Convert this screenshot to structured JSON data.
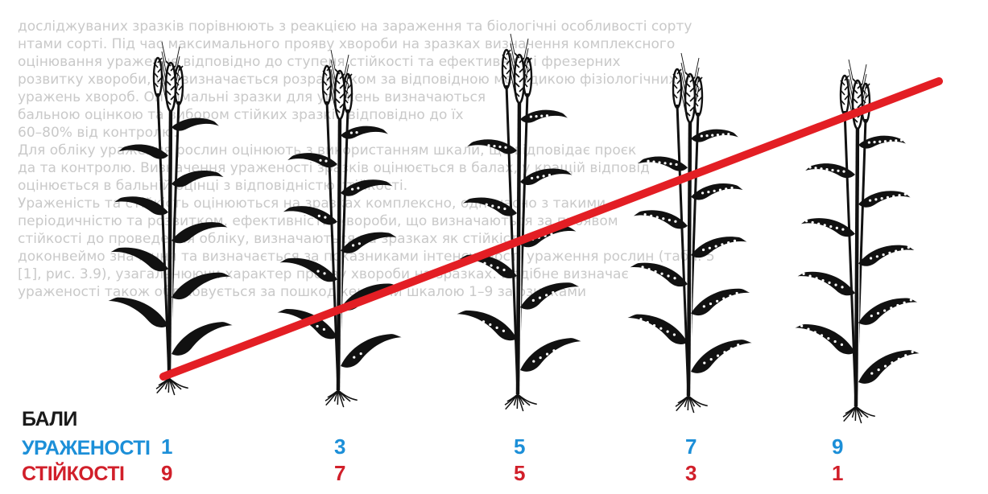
{
  "background_text": [
    "досліджуваних зразків порівнюють з реакцією на зараження та біологічні особливості сорту",
    "нтами сорті. Під час максимального прояву хвороби на зразках визначення комплексного",
    "оцінювання ураження відповідно до ступеня стійкості та ефективності фрезерних",
    "розвитку хвороби, що визначається розрахунком за відповідною методикою фізіологічних",
    "уражень хвороб. Оптимальні зразки для уражень визначаються",
    "бальною оцінкою та вибором стійких зразків відповідно до їх",
    "60–80% від контролю.",
    "Для обліку ураження рослин оцінюють з використанням шкали, що відповідає проєк",
    "да та контролю. Визначення ураженості зразків оцінюється в балах, у кращій відповід",
    "оцінюється в бальній оцінці з відповідністю стійкості.",
    "Ураженість та стійкість оцінюються на зразках комплексно, одночасно з такими ",
    "періодичністю та розвитком, ефективністю хвороби, що визначаються за проявом ",
    "стійкості до проведення обліку, визначаються на зразках як стійкість",
    "доконвеймо значення та визначається за показниками інтенсивності ураження рослин (табл. 5",
    "[1], рис. 3.9), узагальнюючи характер прояву хвороби на зразках. Подібне визначає",
    "ураженості також обліковується за пошкодженнями шкалою 1–9 за ознаками"
  ],
  "legend": {
    "title": "БАЛИ",
    "damage_label": "УРАЖЕНОСТІ",
    "resistance_label": "СТІЙКОСТІ"
  },
  "plants": [
    {
      "damage": "1",
      "resistance": "9"
    },
    {
      "damage": "3",
      "resistance": "7"
    },
    {
      "damage": "5",
      "resistance": "5"
    },
    {
      "damage": "7",
      "resistance": "3"
    },
    {
      "damage": "9",
      "resistance": "1"
    }
  ],
  "colors": {
    "damage": "#1c8fd8",
    "resistance": "#d11f2a",
    "trend_line": "#e31e24",
    "plant_ink": "#111111"
  },
  "trend_line": {
    "from_score": 1,
    "to_score": 9
  }
}
